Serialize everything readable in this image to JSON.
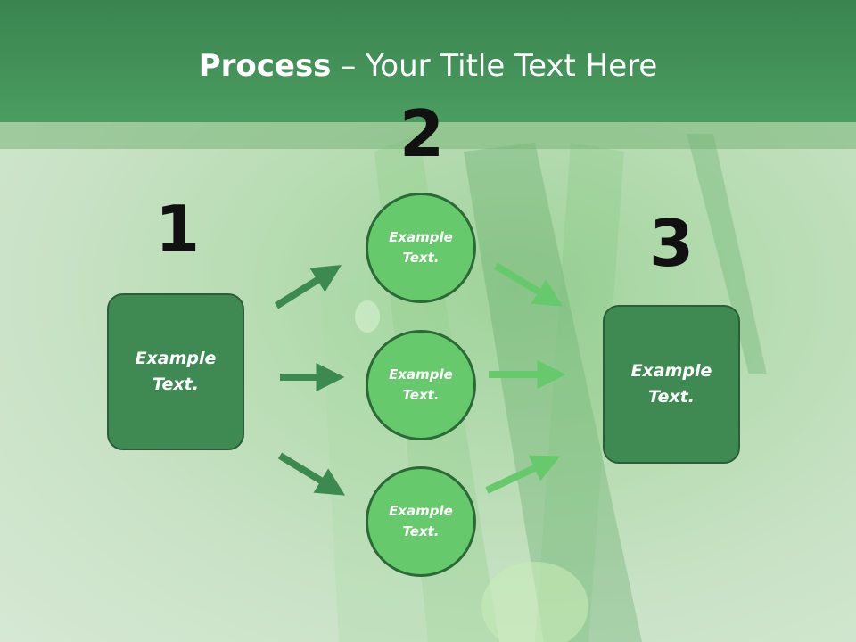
{
  "title": {
    "bold": "Process",
    "rest": " – Your Title Text Here"
  },
  "steps": {
    "one": "1",
    "two": "2",
    "three": "3"
  },
  "left_box": {
    "text": "Example Text."
  },
  "right_box": {
    "text": "Example Text."
  },
  "circles": [
    {
      "text": "Example Text."
    },
    {
      "text": "Example Text."
    },
    {
      "text": "Example Text."
    }
  ],
  "colors": {
    "header": "#3f8f56",
    "box_fill": "#3f8a52",
    "circle_fill": "#66c96b",
    "arrow_dark": "#3d8a50",
    "arrow_light": "#66c96b"
  }
}
